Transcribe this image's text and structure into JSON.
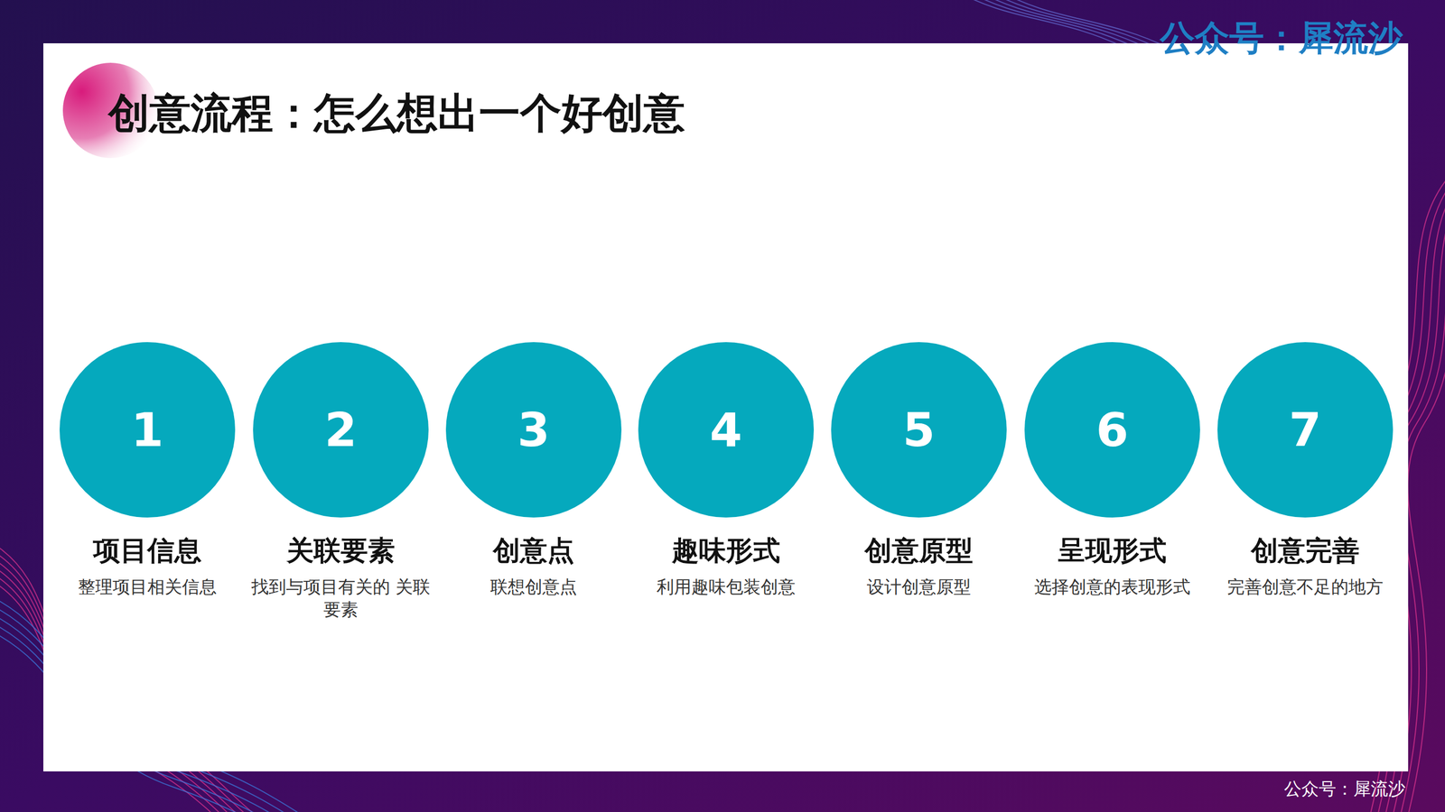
{
  "diagram": {
    "title": "创意流程：怎么想出一个好创意",
    "nodes": [
      {
        "text": [
          "1",
          "项目信息",
          "整理项目相关信息"
        ]
      },
      {
        "text": [
          "2",
          "关联要素",
          "找到与项目有关的 关联要素"
        ]
      },
      {
        "text": [
          "3",
          "创意点",
          "联想创意点"
        ]
      },
      {
        "text": [
          "4",
          "趣味形式",
          "利用趣味包装创意"
        ]
      },
      {
        "text": [
          "5",
          "创意原型",
          "设计创意原型"
        ]
      },
      {
        "text": [
          "6",
          "呈现形式",
          "选择创意的表现形式"
        ]
      },
      {
        "text": [
          "7",
          "创意完善",
          "完善创意不足的地方"
        ]
      }
    ],
    "labels": [
      "公众号：犀流沙",
      "公众号：犀流沙"
    ]
  }
}
